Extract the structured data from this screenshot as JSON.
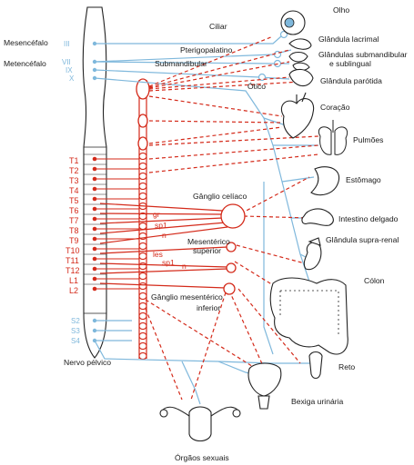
{
  "cns": {
    "midbrain": "Mesencéfalo",
    "hindbrain": "Metencéfalo",
    "cranial_nerves": [
      "III",
      "VII",
      "IX",
      "X"
    ],
    "thoracic_lumbar": [
      "T1",
      "T2",
      "T3",
      "T4",
      "T5",
      "T6",
      "T7",
      "T8",
      "T9",
      "T10",
      "T11",
      "T12",
      "L1",
      "L2"
    ],
    "sacral": [
      "S2",
      "S3",
      "S4"
    ]
  },
  "ganglia": {
    "ciliary": "Ciliar",
    "pterygopalatine": "Pterigopalatino",
    "submandibular": "Submandibular",
    "otic": "Ótico",
    "celiac": "Gânglio celíaco",
    "sup_mesenteric": [
      "Mesentérico",
      "superior"
    ],
    "inf_mesenteric": [
      "Gânglio mesentérico",
      "inferior"
    ]
  },
  "nerves": {
    "gr": "gr",
    "sp1_a": "sp1",
    "n_a": "n",
    "les": "les",
    "sp1_b": "sp1",
    "n_b": "n",
    "pelvic": "Nervo pélvico"
  },
  "organs": {
    "eye": "Olho",
    "lacrimal": "Glândula lacrimal",
    "submand_gland": [
      "Glândulas submandibular",
      "e sublingual"
    ],
    "parotid": "Glândula parótida",
    "heart": "Coração",
    "lungs": "Pulmões",
    "stomach": "Estômago",
    "small_int": "Intestino delgado",
    "adrenal": "Glândula supra-renal",
    "colon": "Cólon",
    "rectum": "Reto",
    "bladder": "Bexiga urinária",
    "sex_organs": "Órgãos sexuais"
  },
  "colors": {
    "parasympathetic": "#7fb8dc",
    "sympathetic": "#d42a1a",
    "outline": "#222222"
  }
}
